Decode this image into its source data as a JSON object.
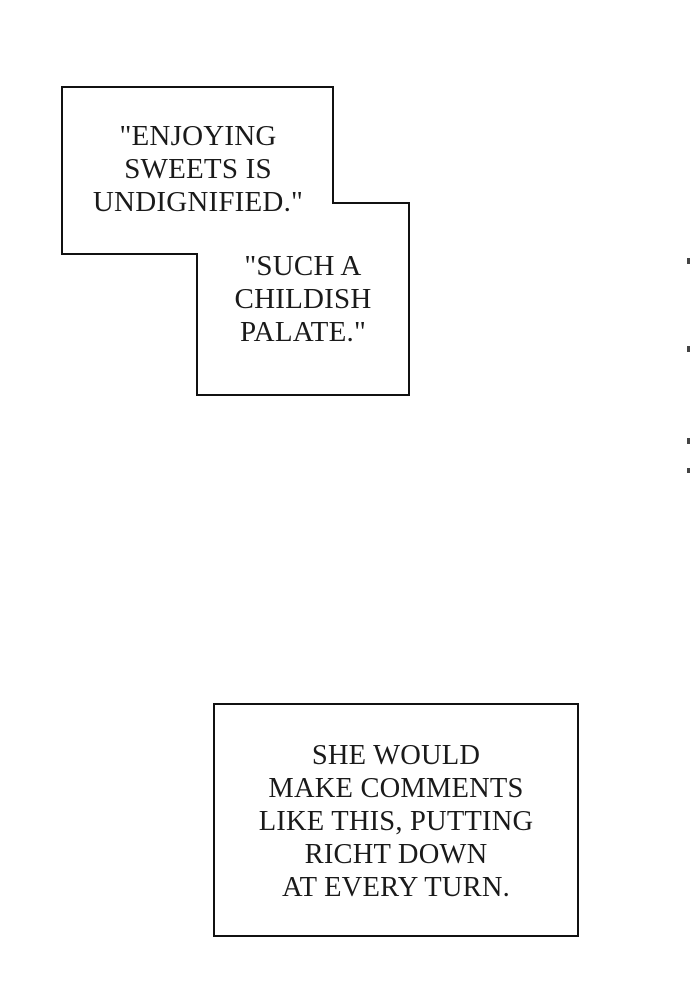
{
  "captions": {
    "first": {
      "lines": [
        "\"ENJOYING",
        "SWEETS IS",
        "UNDIGNIFIED.\""
      ]
    },
    "second": {
      "lines": [
        "\"SUCH A",
        "CHILDISH",
        "PALATE.\""
      ]
    },
    "narration": {
      "lines": [
        "SHE WOULD",
        "MAKE COMMENTS",
        "LIKE THIS, PUTTING",
        "RICHT DOWN",
        "AT EVERY TURN."
      ]
    }
  },
  "colors": {
    "background": "#ffffff",
    "border": "#111111",
    "text": "#1a1a1a"
  }
}
